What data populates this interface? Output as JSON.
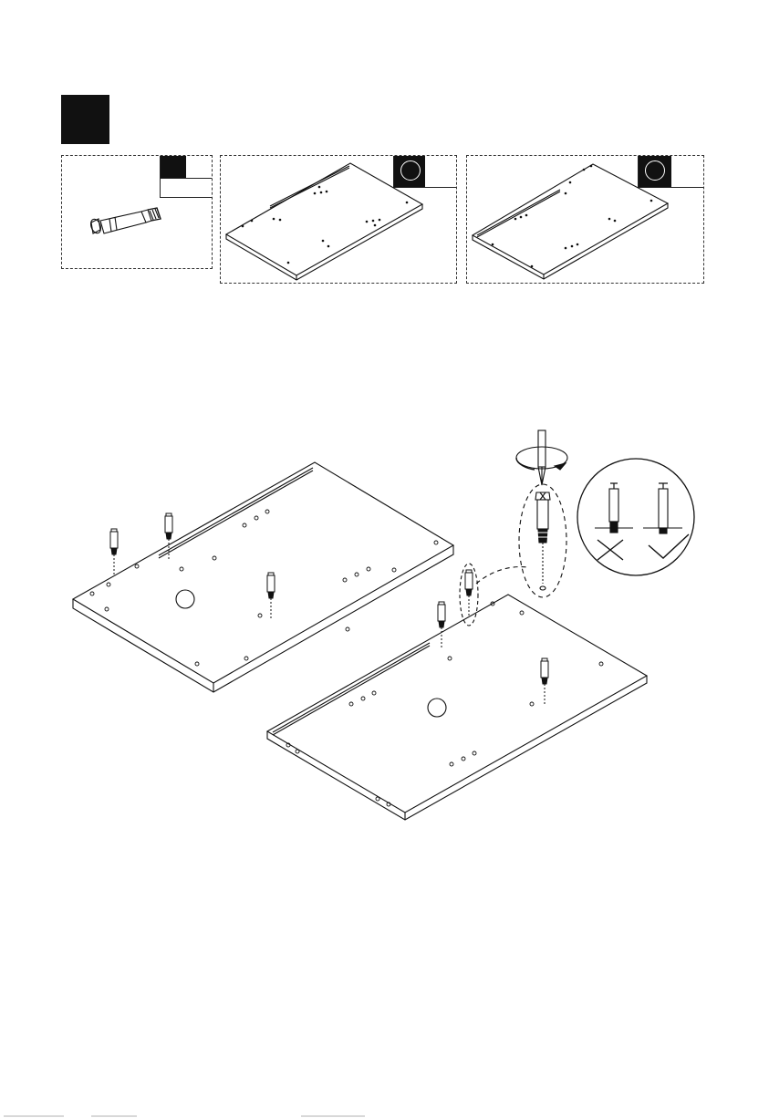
{
  "step": {
    "number": ""
  },
  "parts": [
    {
      "id": "cam-dowel",
      "tag": ""
    },
    {
      "id": "panel-a",
      "tag": ""
    },
    {
      "id": "panel-b",
      "tag": ""
    }
  ],
  "instruction": {
    "tool": "screwdriver-icon",
    "rotation": "clockwise",
    "checks": [
      {
        "icon": "cross-icon",
        "meaning": "wrong"
      },
      {
        "icon": "check-icon",
        "meaning": "right"
      }
    ]
  },
  "colors": {
    "ink": "#111111",
    "paper": "#ffffff"
  }
}
